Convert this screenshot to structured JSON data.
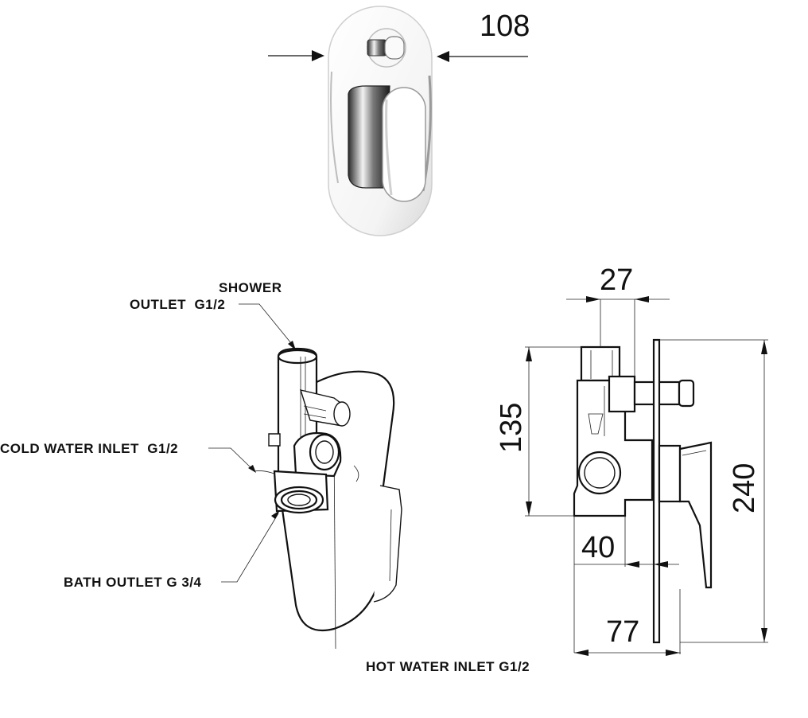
{
  "front_view": {
    "width_dimension": "108"
  },
  "perspective_view": {
    "labels": {
      "shower_line1": "SHOWER",
      "shower_line2": "OUTLET  G1/2",
      "cold_inlet": "COLD WATER INLET  G1/2",
      "bath_outlet": "BATH OUTLET G 3/4",
      "hot_inlet": "HOT WATER INLET G1/2"
    }
  },
  "side_view": {
    "dimensions": {
      "top_width": "27",
      "body_height": "135",
      "plate_height": "240",
      "depth_to_plate": "40",
      "overall_depth": "77"
    }
  },
  "colors": {
    "line": "#111111",
    "background": "#ffffff"
  }
}
